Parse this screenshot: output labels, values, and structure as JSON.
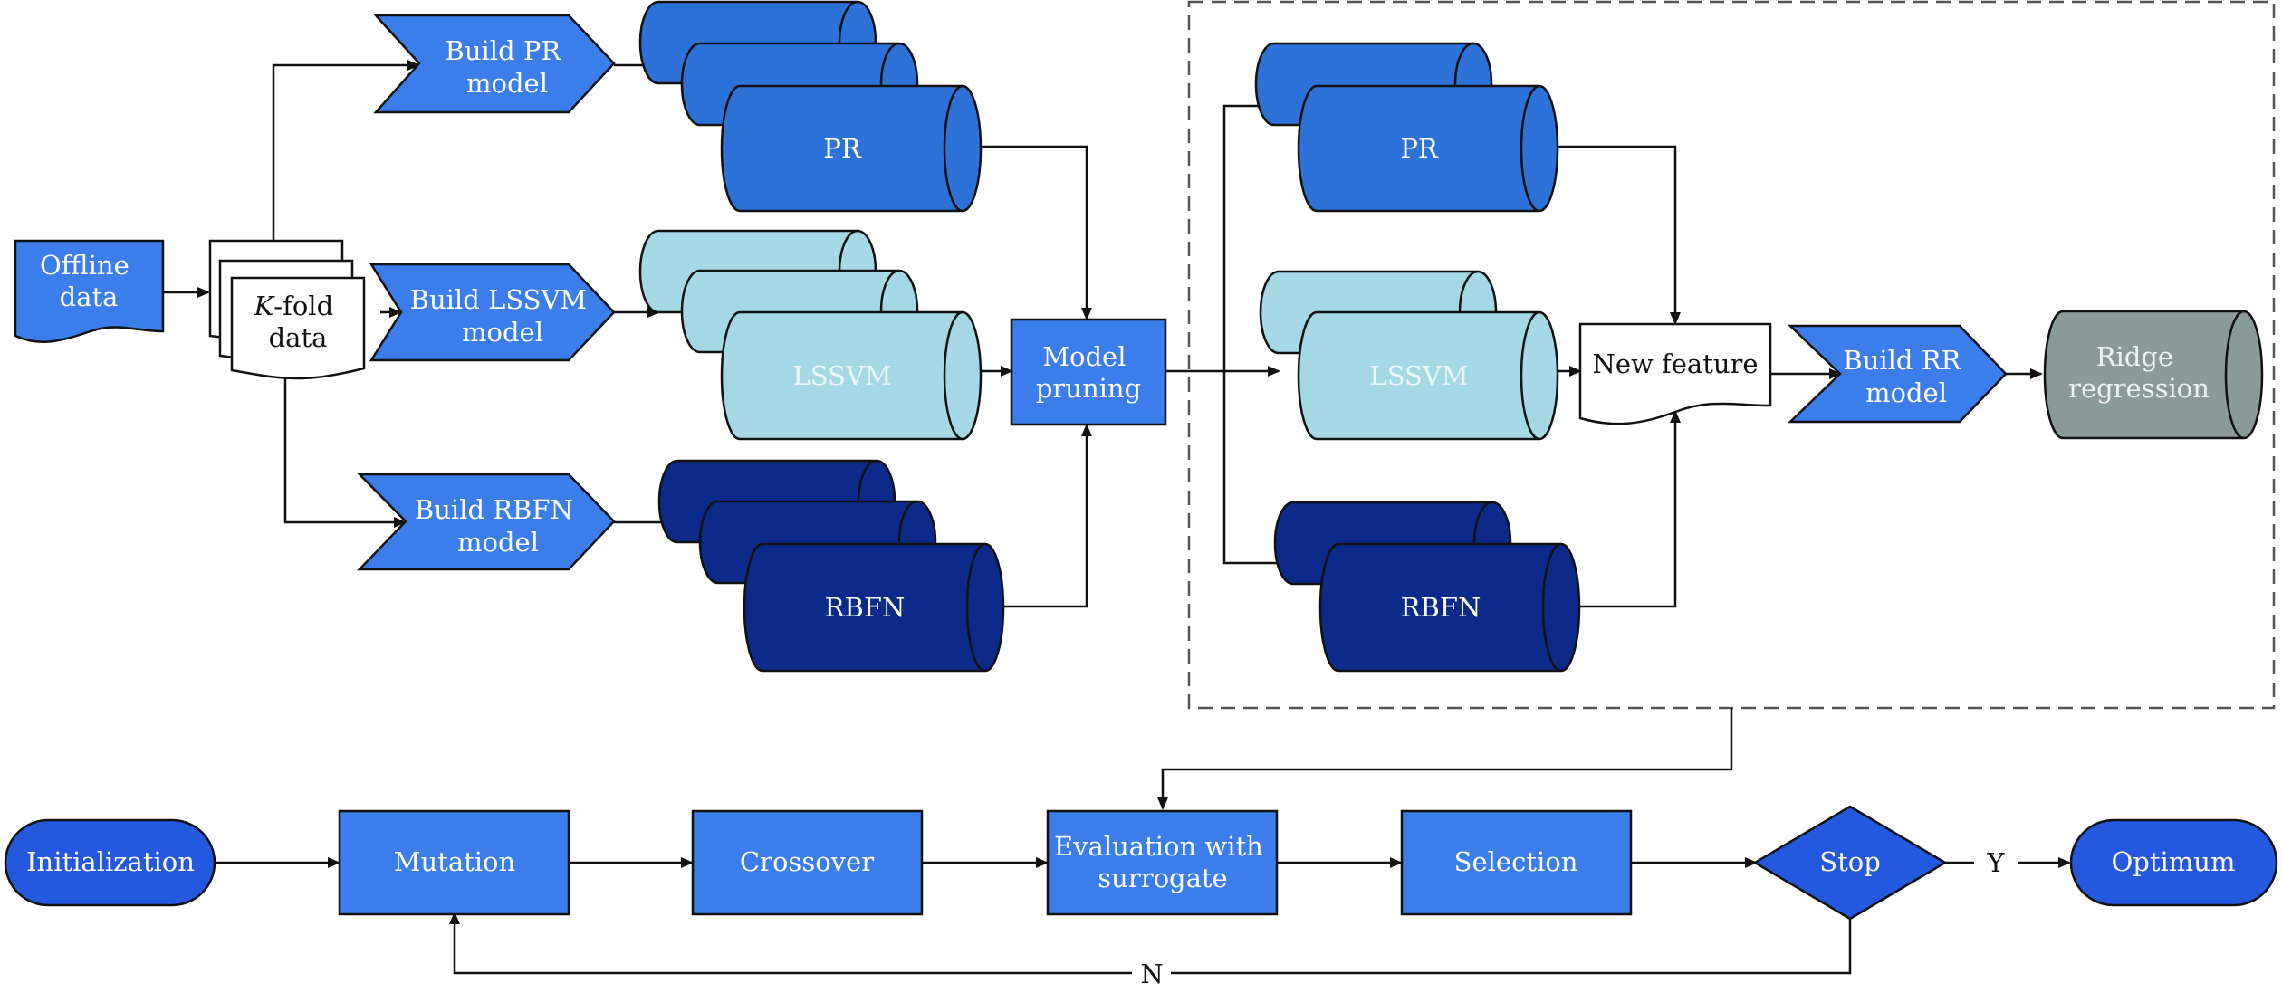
{
  "colors": {
    "pr": "#2d72d9",
    "lssvm": "#a4d8e5",
    "rbfn": "#0b2a8a",
    "process": "#3b7deb",
    "terminal": "#2358df",
    "ridge": "#8a9a98",
    "stroke": "#111111",
    "dashed": "#555555",
    "white_text": "#ffffff",
    "lssvm_text": "#eaf7fb"
  },
  "top": {
    "offline_data": [
      "Offline",
      "data"
    ],
    "kfold_data": [
      "-fold",
      "data"
    ],
    "kfold_italic": "K",
    "build_pr": [
      "Build PR",
      "model"
    ],
    "build_lssvm": [
      "Build LSSVM",
      "model"
    ],
    "build_rbfn": [
      "Build RBFN",
      "model"
    ],
    "pr_db": "PR",
    "lssvm_db": "LSSVM",
    "rbfn_db": "RBFN",
    "model_pruning": [
      "Model",
      "pruning"
    ],
    "pr_db2": "PR",
    "lssvm_db2": "LSSVM",
    "rbfn_db2": "RBFN",
    "new_feature": "New feature",
    "build_rr": [
      "Build RR",
      "model"
    ],
    "ridge_regression": [
      "Ridge",
      "regression"
    ]
  },
  "bottom": {
    "initialization": "Initialization",
    "mutation": "Mutation",
    "crossover": "Crossover",
    "evaluation": [
      "Evaluation with",
      "surrogate"
    ],
    "selection": "Selection",
    "stop": "Stop",
    "optimum": "Optimum",
    "yes_label": "Y",
    "no_label": "N"
  }
}
